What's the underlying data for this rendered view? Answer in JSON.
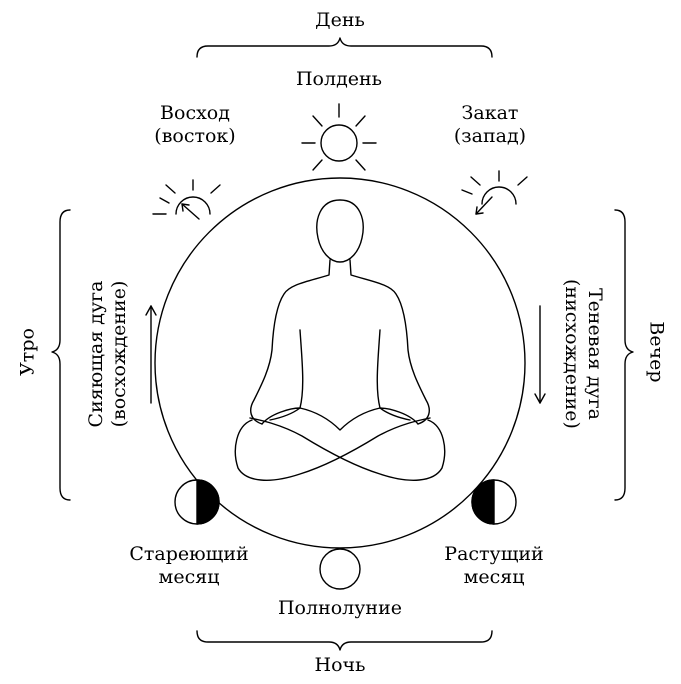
{
  "labels": {
    "day": "День",
    "noon": "Полдень",
    "sunrise_line1": "Восход",
    "sunrise_line2": "(восток)",
    "sunset_line1": "Закат",
    "sunset_line2": "(запад)",
    "morning": "Утро",
    "evening": "Вечер",
    "shining_arc_line1": "Сияющая дуга",
    "shining_arc_line2": "(восхождение)",
    "shadow_arc_line1": "Теневая дуга",
    "shadow_arc_line2": "(нисхождение)",
    "waning_moon_line1": "Стареющий",
    "waning_moon_line2": "месяц",
    "waxing_moon_line1": "Растущий",
    "waxing_moon_line2": "месяц",
    "full_moon": "Полнолуние",
    "night": "Ночь"
  },
  "icons": {
    "noon": "sun-icon",
    "sunrise": "rising-sun-icon",
    "sunset": "setting-sun-icon",
    "waning": "waning-moon-icon",
    "waxing": "waxing-moon-icon",
    "full": "full-moon-icon",
    "figure": "meditating-figure-icon"
  },
  "colors": {
    "line": "#000000",
    "background": "#ffffff"
  }
}
